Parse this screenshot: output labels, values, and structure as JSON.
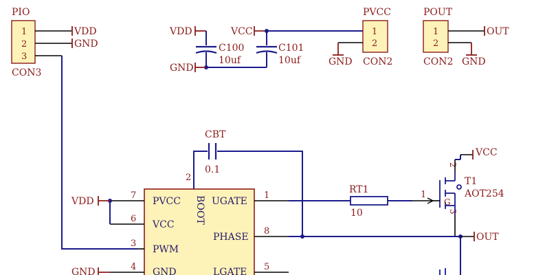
{
  "pio": {
    "ref": "PIO",
    "type": "CON3",
    "pins": [
      "1",
      "2",
      "3"
    ]
  },
  "pvcc_conn": {
    "ref": "PVCC",
    "type": "CON2",
    "pins": [
      "1",
      "2"
    ]
  },
  "pout_conn": {
    "ref": "POUT",
    "type": "CON2",
    "pins": [
      "1",
      "2"
    ]
  },
  "nets": {
    "vdd": "VDD",
    "gnd": "GND",
    "vcc": "VCC",
    "out": "OUT"
  },
  "c100": {
    "ref": "C100",
    "value": "10uf"
  },
  "c101": {
    "ref": "C101",
    "value": "10uf"
  },
  "cbt": {
    "ref": "CBT",
    "value": "0.1"
  },
  "rt1": {
    "ref": "RT1",
    "value": "10",
    "pin": "1"
  },
  "t1": {
    "ref": "T1",
    "part": "AOT254",
    "gate_label": "G",
    "pin_top": "2",
    "pin_bottom": "3"
  },
  "ic": {
    "pvcc": "PVCC",
    "vcc": "VCC",
    "pwm": "PWM",
    "gnd": "GND",
    "boot": "BOOT",
    "ugate": "UGATE",
    "phase": "PHASE",
    "lgate": "LGATE",
    "pin_pvcc": "7",
    "pin_vcc": "6",
    "pin_pwm": "3",
    "pin_gnd": "4",
    "pin_boot": "2",
    "pin_ugate": "1",
    "pin_phase": "8",
    "pin_lgate": "5"
  },
  "colors": {
    "wire": "#1a1a8c",
    "symbol": "#8b1a1a",
    "body_fill": "#fdf3b8",
    "pin_line": "#000000"
  }
}
